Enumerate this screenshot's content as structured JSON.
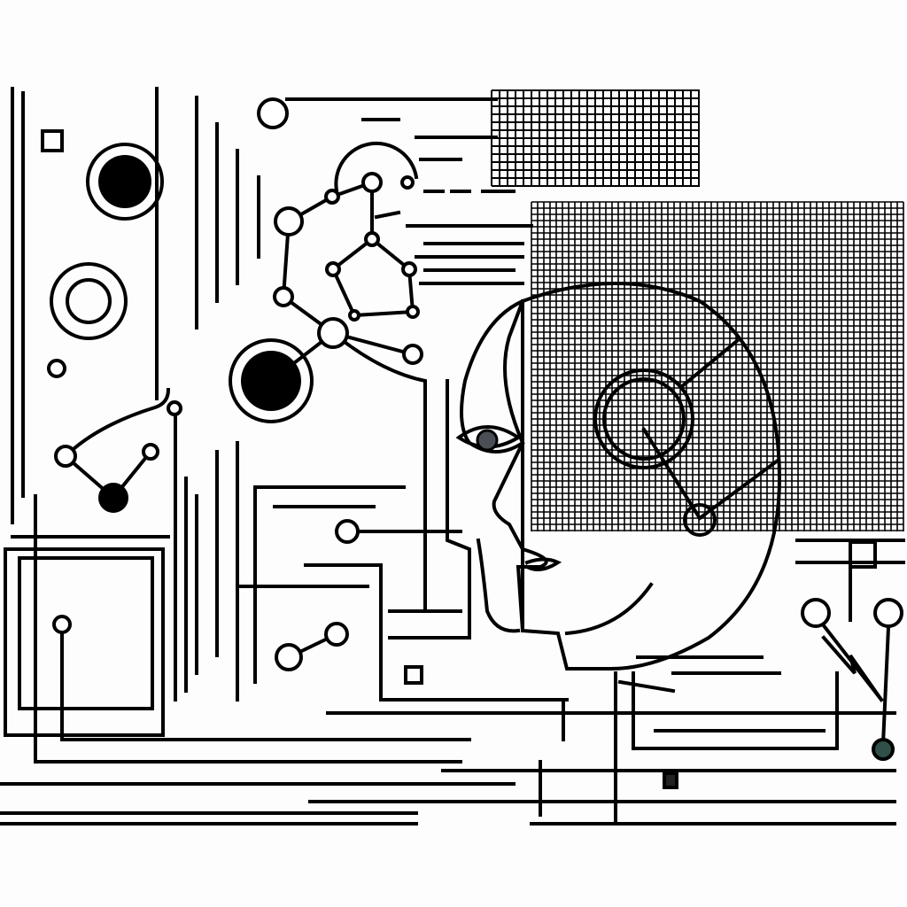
{
  "colors": {
    "background": "#fdfdfd",
    "ink": "#000000",
    "eye_iris": "#4a4f55",
    "accent_node": "#2f4f48"
  },
  "icons": [
    "head-profile-illustration",
    "network-node-graph",
    "circuit-lines",
    "grid-hatching"
  ]
}
